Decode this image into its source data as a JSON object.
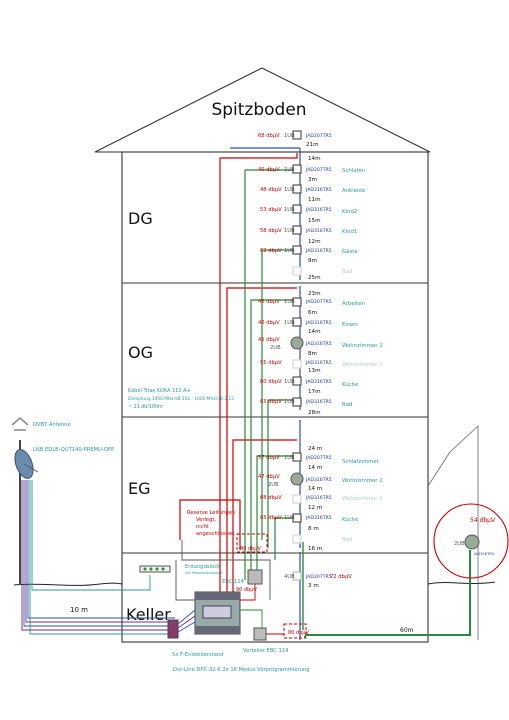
{
  "floors": {
    "attic": "Spitzboden",
    "dg": "DG",
    "og": "OG",
    "eg": "EG",
    "keller": "Keller"
  },
  "rooms": [
    {
      "level": "68 dbµV",
      "ports": "1UB",
      "model": "JAD207TR5",
      "length": "21m",
      "room": ""
    },
    {
      "level": "40 dbµV",
      "ports": "1UB",
      "model": "JAD207TR5",
      "length": "14m",
      "room": "Schlafen"
    },
    {
      "level": "48 dbµV",
      "ports": "1UB",
      "model": "JAD316TR5",
      "length": "3m",
      "room": "Ankleide"
    },
    {
      "level": "53 dbµV",
      "ports": "1UB",
      "model": "JAD316TR5",
      "length": "11m",
      "room": "Kind2"
    },
    {
      "level": "58 dbµV",
      "ports": "1UB",
      "model": "JAD316TR5",
      "length": "15m",
      "room": "Kind1"
    },
    {
      "level": "62 dbµV",
      "ports": "1UB",
      "model": "JAD316TR5",
      "length": "12m",
      "room": "Gäste"
    },
    {
      "level": "",
      "ports": "",
      "model": "",
      "length": "9m",
      "room": "Bad"
    },
    {
      "level": "",
      "ports": "",
      "model": "",
      "length": "25m",
      "room": ""
    },
    {
      "level": "46 dbµV",
      "ports": "1UB",
      "model": "JAD207TR5",
      "length": "23m",
      "room": "Arbeiten"
    },
    {
      "level": "46 dbµV",
      "ports": "1UB",
      "model": "JAD316TR5",
      "length": "6m",
      "room": "Essen"
    },
    {
      "level": "45 dbµV",
      "ports": "2UB",
      "model": "JAD316TR5",
      "length": "14m",
      "room": "Wohnzimmer 2"
    },
    {
      "level": "55 dbµV",
      "ports": "",
      "model": "JAD316TR5",
      "length": "8m",
      "room": "Wohnzimmer 1"
    },
    {
      "level": "60 dbµV",
      "ports": "1UB",
      "model": "JAD316TR5",
      "length": "13m",
      "room": "Küche"
    },
    {
      "level": "65 dbµV",
      "ports": "1UB",
      "model": "JAD316TR5",
      "length": "17m",
      "room": "Bad"
    },
    {
      "level": "",
      "ports": "",
      "model": "",
      "length": "28m",
      "room": ""
    },
    {
      "level": "57 dbµV",
      "ports": "1UB",
      "model": "JAD207TR5",
      "length": "24 m",
      "room": "Schlafzimmer"
    },
    {
      "level": "47 dbµV",
      "ports": "2UB",
      "model": "JAD316TR5",
      "length": "14 m",
      "room": "Wohnzimmer 2"
    },
    {
      "level": "68 dbµV",
      "ports": "",
      "model": "JAD316TR5",
      "length": "14 m",
      "room": "Wohnzimmer 1"
    },
    {
      "level": "65 dbµV",
      "ports": "1UB",
      "model": "JAD316TR5",
      "length": "12 m",
      "room": "Küche"
    },
    {
      "level": "",
      "ports": "",
      "model": "",
      "length": "8 m",
      "room": "Bad"
    },
    {
      "level": "",
      "ports": "",
      "model": "",
      "length": "16 m",
      "room": ""
    }
  ],
  "cable_info": "Kabel Triax KOKA 110 A+",
  "cable_damping": "Dämpfung 1000 MHz/dB 202 - 1600 MHz/dB 2,12",
  "cable_loss": "~ 21 db/100m",
  "antenna_label": "DVBT Antenne",
  "lnb_label": "LNB EDLB-QUT140-PREMU-OPP",
  "reserve_note": [
    "Reserve Leitungen",
    "Verlegt,",
    "nicht",
    "angeschlossen"
  ],
  "basement": {
    "endungsblock": "Erdungsblock",
    "endungsblock_sub": "mit Potentialausgleich",
    "ebc114": "EBC 114",
    "level_90a": "90 dbµV",
    "level_90b": "90 dbµV",
    "level_80": "80 dbµV",
    "ports_4ub": "4UB",
    "model_b": "JAD207TR5",
    "level_72": "72 dbµV",
    "len_3m": "3 m",
    "len_10m": "10 m",
    "len_60m": "60m",
    "resistor_note": "5x F-Endwiderstand",
    "splitter": "Verteiler EBC 114",
    "device_caption": "Dur-Line DPC-32 K 2x 16 Modus Vorprogrammierung"
  },
  "garage": {
    "level": "54 dbµV",
    "ports": "2UB",
    "model": "JAD316TR5"
  }
}
